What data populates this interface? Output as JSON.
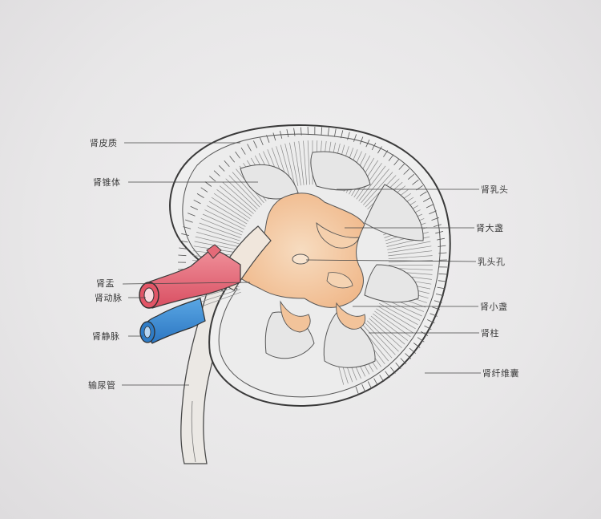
{
  "diagram": {
    "colors": {
      "paper": "#e9e8e9",
      "ink": "#3a3a3a",
      "pelvis": "#f3c9a2",
      "artery": "#e46a78",
      "vein": "#3c8fd4",
      "cortex": "#eeeeee"
    },
    "labels": {
      "cortex": "肾皮质",
      "pyramid": "肾锥体",
      "pelvis": "肾盂",
      "artery": "肾动脉",
      "vein": "肾静脉",
      "ureter": "输尿管",
      "papilla": "肾乳头",
      "major_calyx": "肾大盏",
      "papillary_foramen": "乳头孔",
      "minor_calyx": "肾小盏",
      "column": "肾柱",
      "capsule": "肾纤维囊"
    }
  }
}
